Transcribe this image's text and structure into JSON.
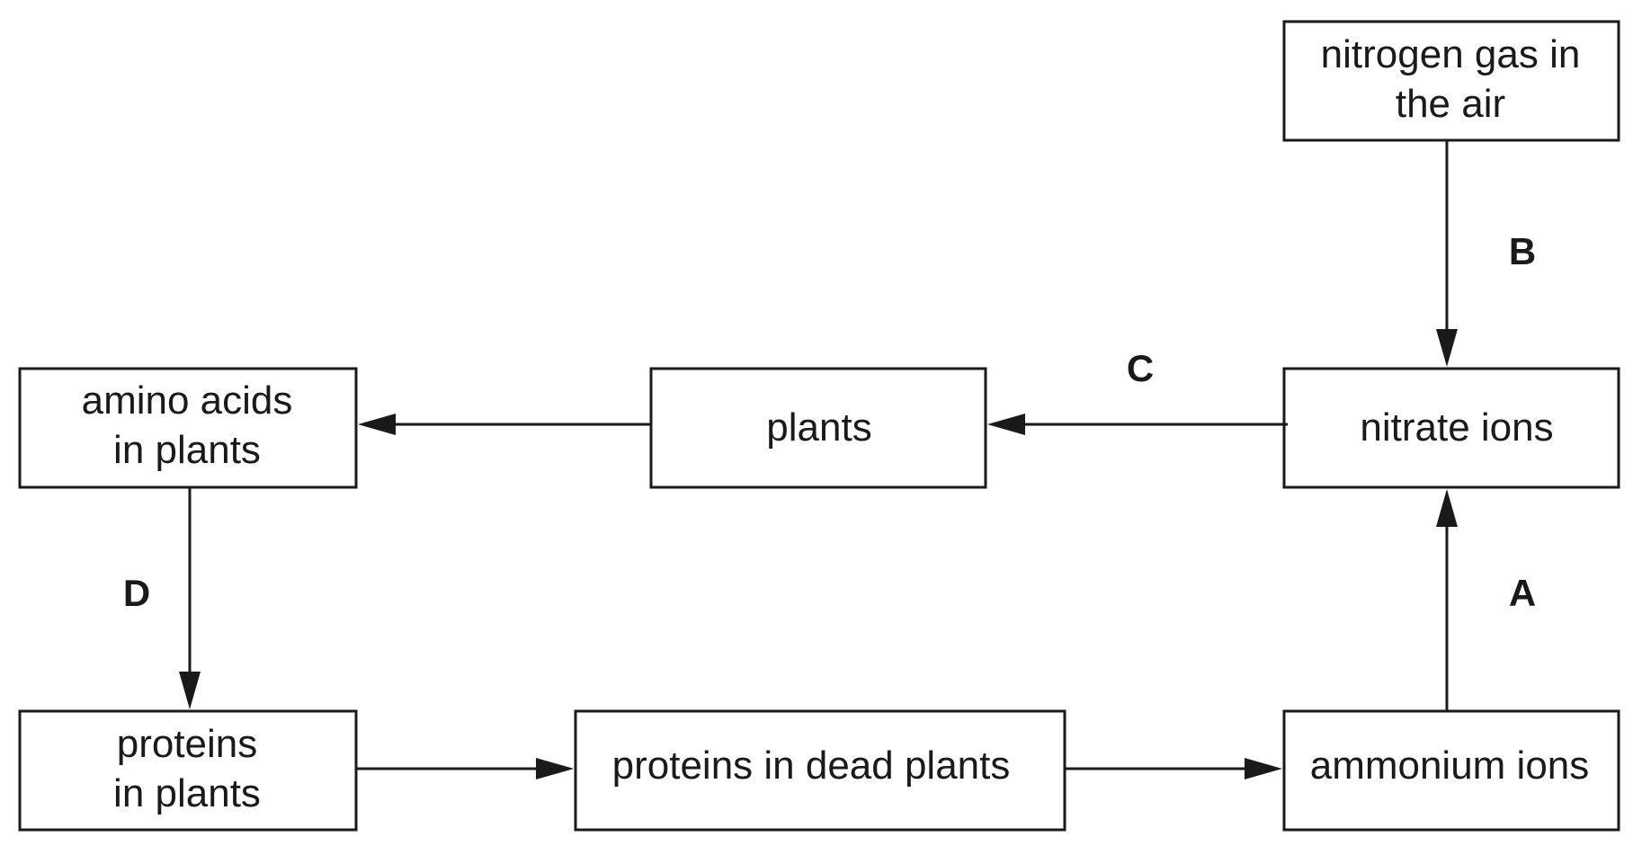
{
  "nodes": {
    "nitrogen_gas": {
      "lines": [
        "nitrogen gas in",
        "the air"
      ]
    },
    "nitrate_ions": {
      "lines": [
        "nitrate ions"
      ]
    },
    "plants": {
      "lines": [
        "plants"
      ]
    },
    "amino_acids": {
      "lines": [
        "amino acids",
        "in plants"
      ]
    },
    "proteins": {
      "lines": [
        "proteins",
        "in plants"
      ]
    },
    "proteins_dead": {
      "lines": [
        "proteins in dead plants"
      ]
    },
    "ammonium_ions": {
      "lines": [
        "ammonium ions"
      ]
    }
  },
  "edges": [
    {
      "from": "nitrogen_gas",
      "to": "nitrate_ions",
      "label": "B"
    },
    {
      "from": "nitrate_ions",
      "to": "plants",
      "label": "C"
    },
    {
      "from": "plants",
      "to": "amino_acids",
      "label": ""
    },
    {
      "from": "amino_acids",
      "to": "proteins",
      "label": "D"
    },
    {
      "from": "proteins",
      "to": "proteins_dead",
      "label": ""
    },
    {
      "from": "proteins_dead",
      "to": "ammonium_ions",
      "label": ""
    },
    {
      "from": "ammonium_ions",
      "to": "nitrate_ions",
      "label": "A"
    }
  ]
}
